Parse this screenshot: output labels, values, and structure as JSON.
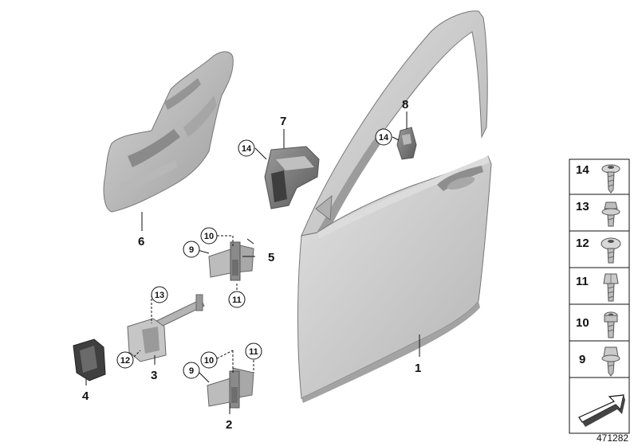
{
  "callouts": {
    "c1": "1",
    "c2": "2",
    "c3": "3",
    "c4": "4",
    "c5": "5",
    "c6": "6",
    "c7": "7",
    "c8": "8",
    "c9a": "9",
    "c9b": "9",
    "c10a": "10",
    "c10b": "10",
    "c11a": "11",
    "c11b": "11",
    "c12": "12",
    "c13": "13",
    "c14a": "14",
    "c14b": "14"
  },
  "legend": {
    "items": [
      {
        "num": "14",
        "icon": "torx-pan-screw-icon"
      },
      {
        "num": "13",
        "icon": "hex-flange-bolt-icon"
      },
      {
        "num": "12",
        "icon": "torx-button-head-screw-icon"
      },
      {
        "num": "11",
        "icon": "hex-bolt-icon"
      },
      {
        "num": "10",
        "icon": "torx-bolt-icon"
      },
      {
        "num": "9",
        "icon": "hex-flange-screw-icon"
      }
    ],
    "arrow_icon": "direction-arrow-icon"
  },
  "document_id": "471282",
  "colors": {
    "part_fill": "#c8c8c8",
    "part_dark": "#8a8a8a",
    "line": "#111111"
  }
}
